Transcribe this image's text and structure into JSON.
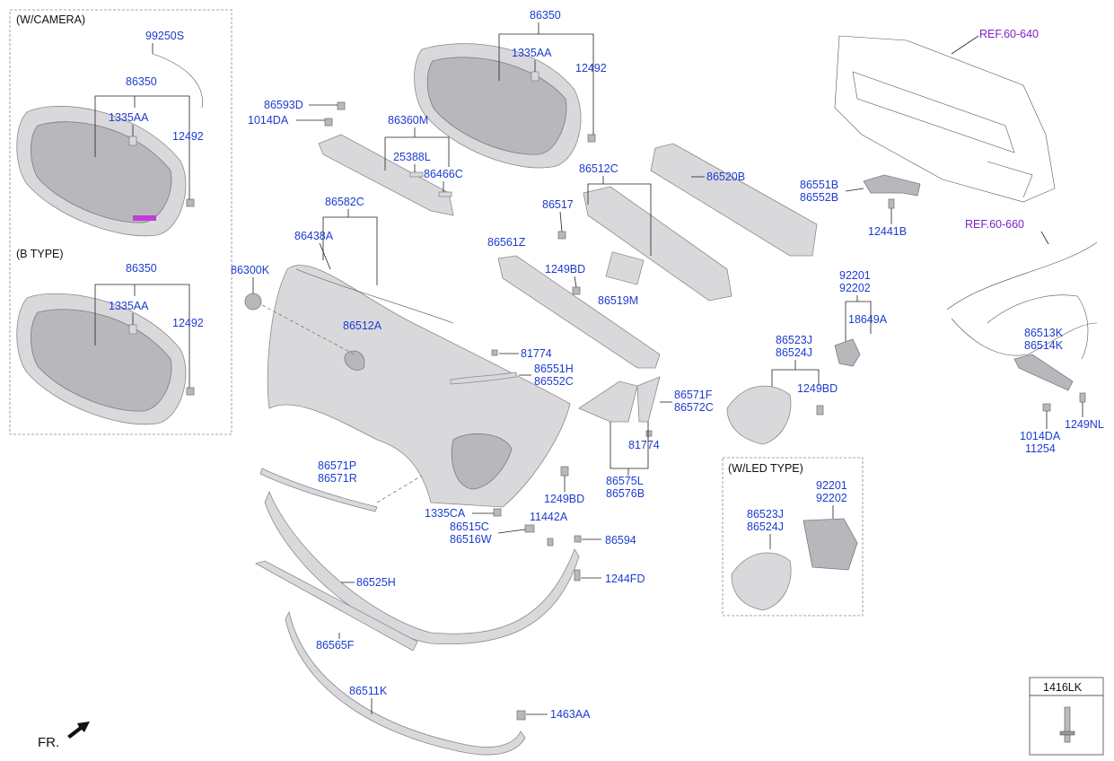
{
  "boxes": {
    "camera_title": "(W/CAMERA)",
    "btype_title": "(B TYPE)",
    "led_title": "(W/LED TYPE)",
    "legend_title": "1416LK"
  },
  "refs": [
    "REF.60-640",
    "REF.60-660"
  ],
  "orientation": "FR.",
  "labels": {
    "l_99250S": "99250S",
    "l_86350_cam": "86350",
    "l_1335AA_cam": "1335AA",
    "l_12492_cam": "12492",
    "l_86350_bt": "86350",
    "l_1335AA_bt": "1335AA",
    "l_12492_bt": "12492",
    "l_86350_top": "86350",
    "l_1335AA_top": "1335AA",
    "l_12492_top": "12492",
    "l_86593D": "86593D",
    "l_1014DA_top": "1014DA",
    "l_86360M": "86360M",
    "l_25388L": "25388L",
    "l_86466C": "86466C",
    "l_86582C": "86582C",
    "l_86438A": "86438A",
    "l_86300K": "86300K",
    "l_86512A": "86512A",
    "l_86512C": "86512C",
    "l_86520B": "86520B",
    "l_86517": "86517",
    "l_86561Z": "86561Z",
    "l_1249BD_mid": "1249BD",
    "l_86519M": "86519M",
    "l_81774_a": "81774",
    "l_86551H": "86551H",
    "l_86552C": "86552C",
    "l_86571F": "86571F",
    "l_86572C": "86572C",
    "l_81774_b": "81774",
    "l_86575L": "86575L",
    "l_86576B": "86576B",
    "l_86571P": "86571P",
    "l_86571R": "86571R",
    "l_1249BD_low": "1249BD",
    "l_1335CA": "1335CA",
    "l_11442A": "11442A",
    "l_86515C": "86515C",
    "l_86516W": "86516W",
    "l_86594": "86594",
    "l_1244FD": "1244FD",
    "l_86525H": "86525H",
    "l_86565F": "86565F",
    "l_86511K": "86511K",
    "l_1463AA": "1463AA",
    "l_86551B": "86551B",
    "l_86552B": "86552B",
    "l_12441B": "12441B",
    "l_92201_a": "92201",
    "l_92202_a": "92202",
    "l_18649A": "18649A",
    "l_86523J_a": "86523J",
    "l_86524J_a": "86524J",
    "l_1249BD_right": "1249BD",
    "l_86513K": "86513K",
    "l_86514K": "86514K",
    "l_1014DA_r": "1014DA",
    "l_11254": "11254",
    "l_1249NL": "1249NL",
    "l_92201_b": "92201",
    "l_92202_b": "92202",
    "l_86523J_b": "86523J",
    "l_86524J_b": "86524J"
  }
}
